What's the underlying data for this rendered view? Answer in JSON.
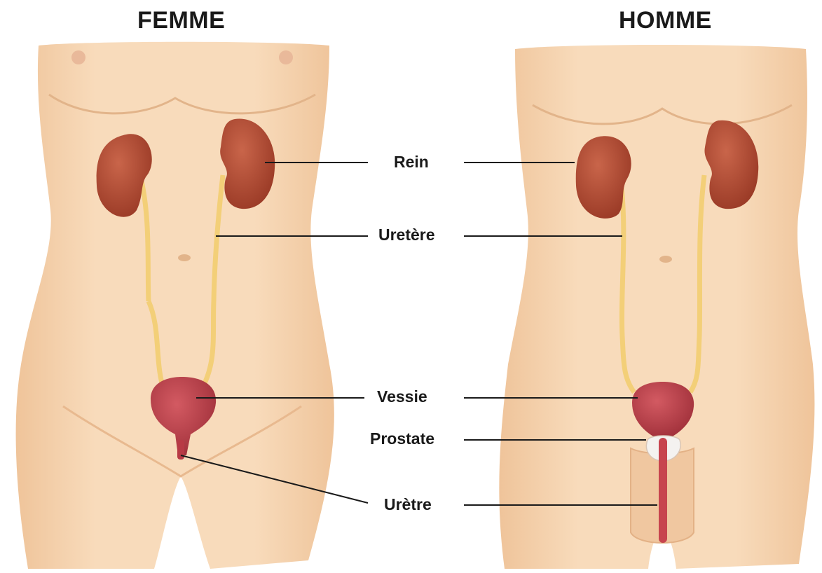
{
  "titles": {
    "female": "FEMME",
    "male": "HOMME"
  },
  "labels": {
    "kidney": "Rein",
    "ureter": "Uretère",
    "bladder": "Vessie",
    "prostate": "Prostate",
    "urethra": "Urètre"
  },
  "colors": {
    "skin": "#f6d4b0",
    "skin_shadow": "#e8b98f",
    "kidney": "#b54a32",
    "ureter": "#f3cf78",
    "bladder": "#c0414a",
    "prostate": "#f4f2f0",
    "leader_line": "#1a1a1a"
  }
}
